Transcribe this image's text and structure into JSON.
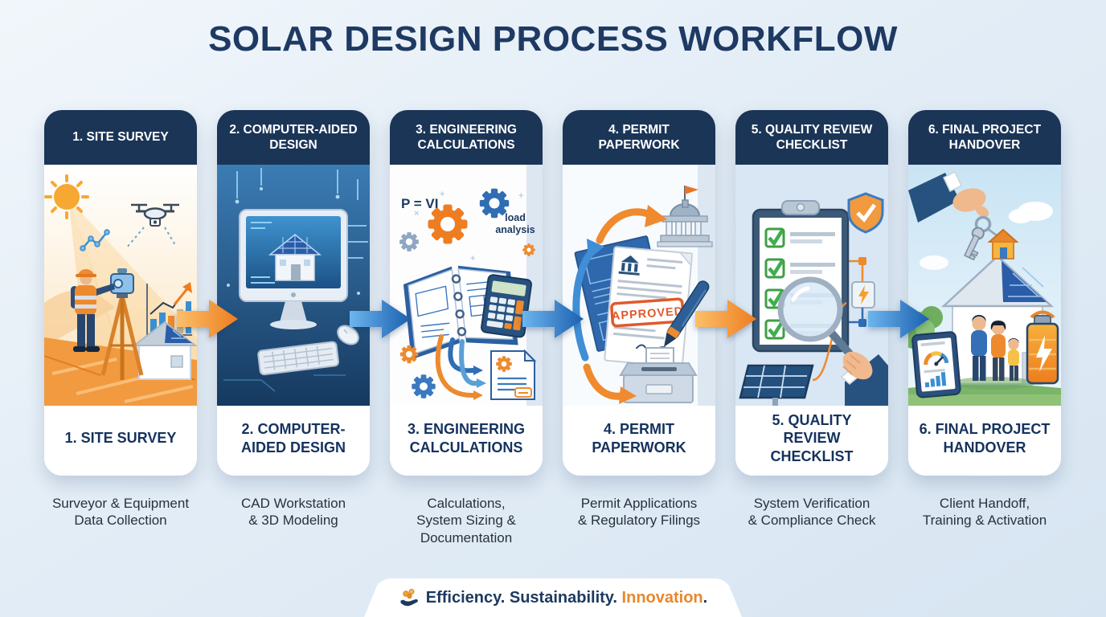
{
  "page": {
    "title": "SOLAR DESIGN PROCESS WORKFLOW"
  },
  "colors": {
    "header_navy": "#1b3557",
    "title_navy": "#1e3a63",
    "accent_orange": "#ee8a2e",
    "arrow_blue": "#2d79c4",
    "stamp_red": "#e05a2b",
    "check_green": "#3fae4d",
    "background_light_blue": "#e3edf6"
  },
  "steps": [
    {
      "header": "1. SITE SURVEY",
      "label": "1. SITE SURVEY",
      "description": "Surveyor & Equipment\nData Collection",
      "scene": "surveyor-with-total-station-drone-sun-chart-house"
    },
    {
      "header": "2. COMPUTER-AIDED DESIGN",
      "label": "2. COMPUTER-AIDED DESIGN",
      "description": "CAD Workstation\n& 3D Modeling",
      "scene": "cad-monitor-3d-house-keyboard-mouse"
    },
    {
      "header": "3. ENGINEERING CALCULATIONS",
      "label": "3. ENGINEERING CALCULATIONS",
      "description": "Calculations,\nSystem Sizing &\nDocumentation",
      "scene": "gears-binder-blueprints-calculator-spec-document",
      "art_text": {
        "formula": "P = VI",
        "load_line1": "load",
        "load_line2": "analysis"
      }
    },
    {
      "header": "4. PERMIT PAPERWORK",
      "label": "4. PERMIT PAPERWORK",
      "description": "Permit Applications\n& Regulatory Filings",
      "scene": "approved-permit-documents-pen-government-building-submission-box",
      "art_text": {
        "stamp": "APPROVED"
      }
    },
    {
      "header": "5. QUALITY REVIEW CHECKLIST",
      "label": "5. QUALITY REVIEW CHECKLIST",
      "description": "System Verification\n& Compliance Check",
      "scene": "checklist-clipboard-magnifier-shield-solar-panel"
    },
    {
      "header": "6. FINAL PROJECT HANDOVER",
      "label": "6. FINAL PROJECT HANDOVER",
      "description": "Client Handoff,\nTraining & Activation",
      "scene": "key-handover-family-solar-house-battery-tablet"
    }
  ],
  "arrows": [
    {
      "from": 1,
      "to": 2,
      "color": "#ee8a2e"
    },
    {
      "from": 2,
      "to": 3,
      "color": "#2d79c4"
    },
    {
      "from": 3,
      "to": 4,
      "color": "#2d79c4"
    },
    {
      "from": 4,
      "to": 5,
      "color": "#ee8a2e"
    },
    {
      "from": 5,
      "to": 6,
      "color": "#2d79c4"
    }
  ],
  "footer": {
    "icon": "hand-coins-icon",
    "part1": "Efficiency. Sustainability. ",
    "part2": "Innovation",
    "part3": "."
  }
}
